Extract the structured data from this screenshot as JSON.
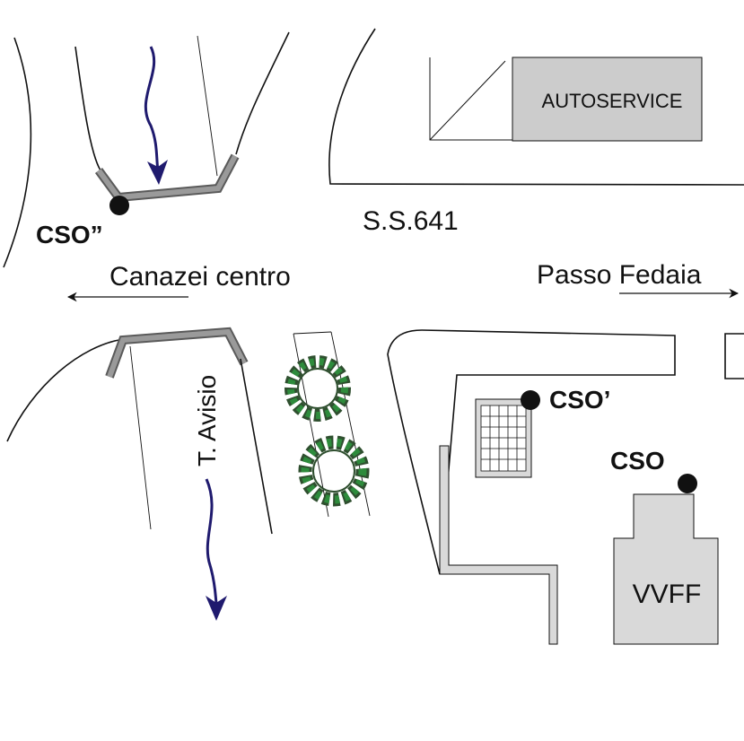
{
  "labels": {
    "cso_top": "CSO”",
    "cso_prime": "CSO’",
    "cso": "CSO",
    "road": "S.S.641",
    "west": "Canazei centro",
    "east": "Passo Fedaia",
    "river": "T. Avisio",
    "building_autoservice": "AUTOSERVICE",
    "building_vvff": "VVFF"
  },
  "colors": {
    "line": "#111111",
    "bridge_fill": "#8c8c8c",
    "bridge_stroke": "#5a5a5a",
    "river_arrow": "#1f1a6e",
    "building_fill": "#cccccc",
    "wall_fill": "#d9d9d9",
    "tree_dark": "#2f4f2f",
    "tree_light": "#2e8b3c",
    "marker": "#111111"
  },
  "icons": {
    "tree": "tree-icon",
    "marker": "measurement-point-icon",
    "arrow": "direction-arrow-icon"
  }
}
